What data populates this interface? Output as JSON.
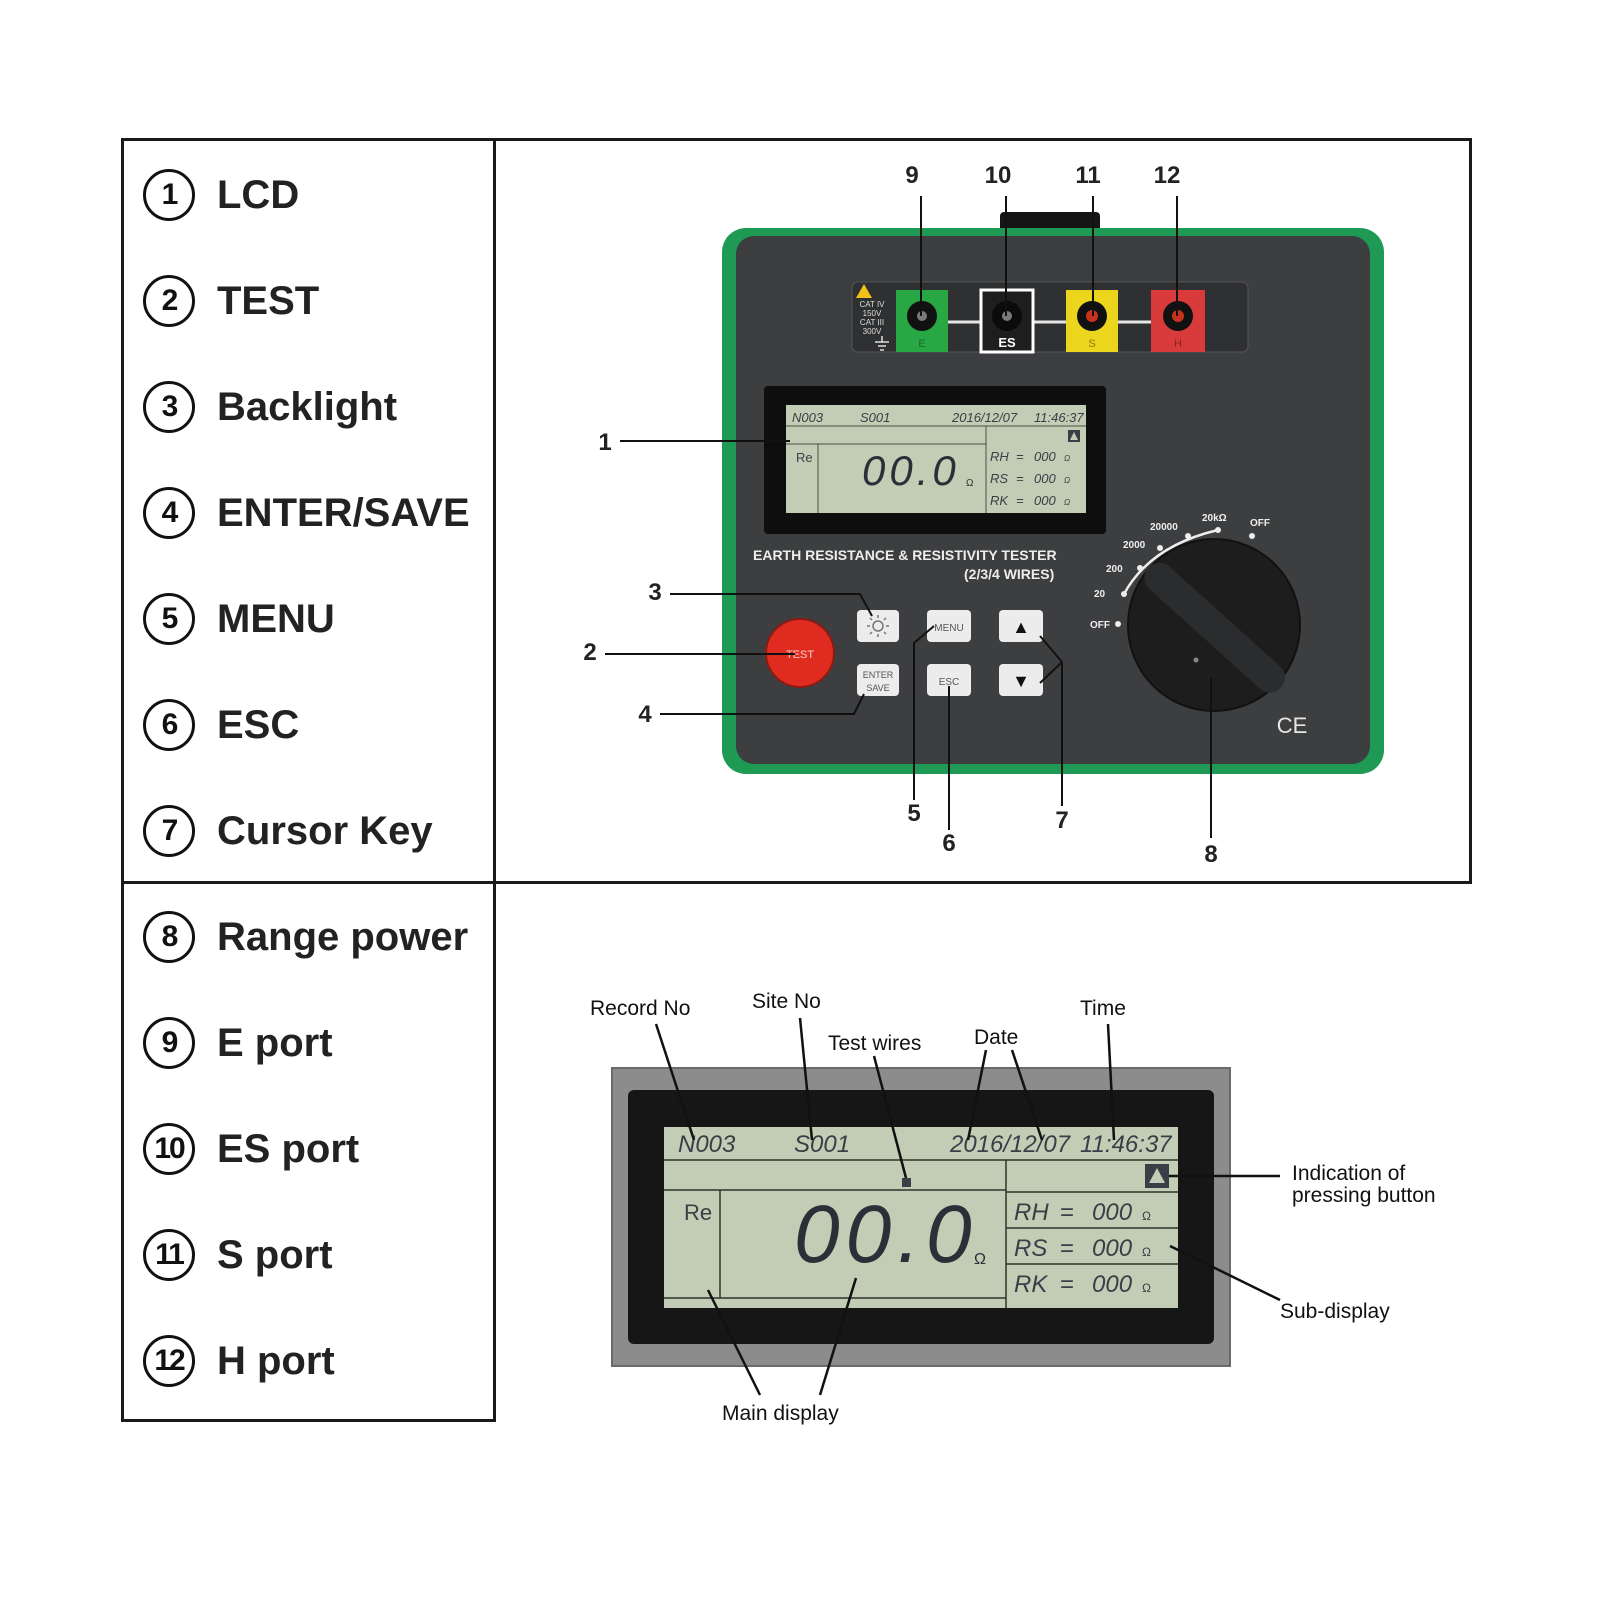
{
  "legend": [
    {
      "num": "1",
      "label": "LCD"
    },
    {
      "num": "2",
      "label": "TEST"
    },
    {
      "num": "3",
      "label": "Backlight"
    },
    {
      "num": "4",
      "label": "ENTER/SAVE"
    },
    {
      "num": "5",
      "label": "MENU"
    },
    {
      "num": "6",
      "label": "ESC"
    },
    {
      "num": "7",
      "label": "Cursor Key"
    },
    {
      "num": "8",
      "label": "Range power"
    },
    {
      "num": "9",
      "label": "E port"
    },
    {
      "num": "10",
      "label": "ES port"
    },
    {
      "num": "11",
      "label": "S port"
    },
    {
      "num": "12",
      "label": "H port"
    }
  ],
  "device": {
    "model_text": "EARTH RESISTANCE & RESISTIVITY TESTER",
    "model_subtext": "(2/3/4 WIRES)",
    "cat_rating": [
      "CAT IV",
      "150V",
      "CAT III",
      "300V"
    ],
    "ports": {
      "e": "E",
      "es": "ES",
      "s": "S",
      "h": "H"
    },
    "buttons": {
      "test": "TEST",
      "menu": "MENU",
      "enter": "ENTER",
      "save": "SAVE",
      "esc": "ESC",
      "up": "▲",
      "down": "▼"
    },
    "dial": {
      "off_left": "OFF",
      "r1": "20",
      "r2": "200",
      "r3": "2000",
      "r4": "20000",
      "r5": "20kΩ",
      "off_right": "OFF"
    },
    "ce_mark": "CE",
    "callouts": [
      "1",
      "2",
      "3",
      "4",
      "5",
      "6",
      "7",
      "8",
      "9",
      "10",
      "11",
      "12"
    ]
  },
  "lcd": {
    "record_no": "N003",
    "site_no": "S001",
    "date": "2016/12/07",
    "time": "11:46:37",
    "mode": "Re",
    "main_value": "00.0",
    "unit": "Ω",
    "sub": [
      {
        "label": "RH",
        "eq": "=",
        "value": "000",
        "unit": "Ω"
      },
      {
        "label": "RS",
        "eq": "=",
        "value": "000",
        "unit": "Ω"
      },
      {
        "label": "RK",
        "eq": "=",
        "value": "000",
        "unit": "Ω"
      }
    ]
  },
  "lcd_annotations": {
    "record_no": "Record No",
    "site_no": "Site No",
    "test_wires": "Test wires",
    "date": "Date",
    "time": "Time",
    "indication_line1": "Indication of",
    "indication_line2": "pressing button",
    "sub_display": "Sub-display",
    "main_display": "Main display"
  },
  "colors": {
    "body": "#3d3e40",
    "trim": "#1f9a55",
    "lcd_bg": "#c3ccb4",
    "lcd_digit": "#2b3038",
    "test_red": "#e02c20",
    "port_e": "#27a844",
    "port_s": "#ecd51d",
    "port_h": "#d93b3b"
  }
}
